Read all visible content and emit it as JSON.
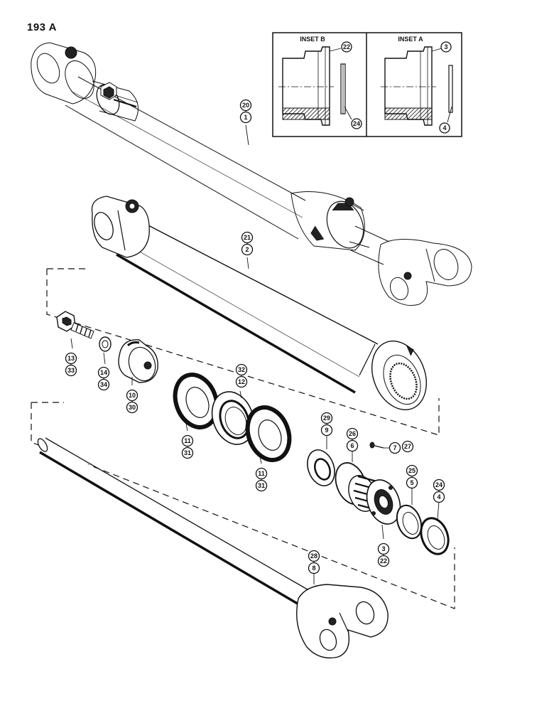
{
  "page": {
    "title": "193 A"
  },
  "insets": {
    "b": {
      "label": "INSET B",
      "callouts": [
        "22",
        "24"
      ]
    },
    "a": {
      "label": "INSET A",
      "callouts": [
        "3",
        "4"
      ]
    }
  },
  "callouts": {
    "c20_1": [
      "20",
      "1"
    ],
    "c21_2": [
      "21",
      "2"
    ],
    "c13_33": [
      "13",
      "33"
    ],
    "c14_34": [
      "14",
      "34"
    ],
    "c10_30": [
      "10",
      "30"
    ],
    "c11_31_a": [
      "11",
      "31"
    ],
    "c32_12": [
      "32",
      "12"
    ],
    "c11_31_b": [
      "11",
      "31"
    ],
    "c29_9": [
      "29",
      "9"
    ],
    "c26_6": [
      "26",
      "6"
    ],
    "c7_27": [
      "7",
      "27"
    ],
    "c25_5": [
      "25",
      "5"
    ],
    "c24_4": [
      "24",
      "4"
    ],
    "c3_22": [
      "3",
      "22"
    ],
    "c28_8": [
      "28",
      "8"
    ]
  }
}
